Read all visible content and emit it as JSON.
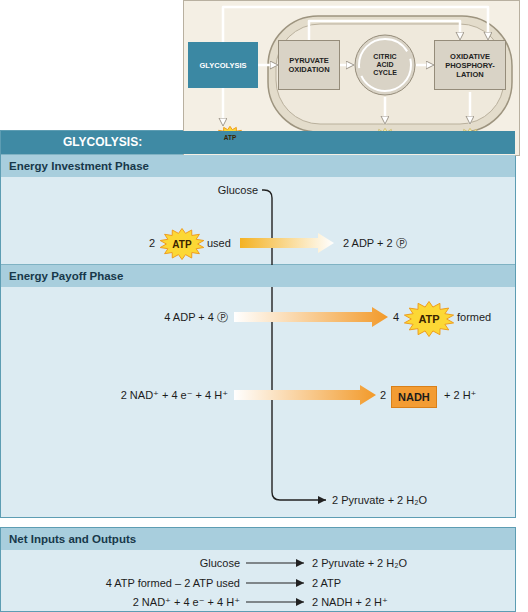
{
  "diagram": {
    "nodes": [
      {
        "text": [
          "GLYCOLYSIS"
        ]
      },
      {
        "text": [
          "PYRUVATE OXIDATION"
        ]
      },
      {
        "text": [
          "CITRIC ACID CYCLE"
        ]
      },
      {
        "text": [
          "OXIDATIVE PHOSPHORY- LATION"
        ]
      },
      {
        "text": [
          "ATP"
        ]
      },
      {
        "text": [
          "GLYCOLYSIS:"
        ]
      },
      {
        "text": [
          "Energy Investment Phase"
        ],
        "in": 5
      },
      {
        "text": [
          "ATP"
        ],
        "in": 6
      },
      {
        "text": [
          "Energy Payoff Phase"
        ],
        "in": 5
      },
      {
        "text": [
          "ATP"
        ],
        "in": 8
      },
      {
        "text": [
          "NADH"
        ],
        "in": 8
      },
      {
        "text": [
          "Net Inputs and Outputs"
        ]
      }
    ],
    "edges": [
      {
        "from": 0,
        "to": 1,
        "arrow": "to"
      },
      {
        "from": 1,
        "to": 2,
        "arrow": "to"
      },
      {
        "from": 2,
        "to": 3,
        "arrow": "to"
      },
      {
        "from": 0,
        "to": 3,
        "arrow": "to"
      },
      {
        "from": 1,
        "to": 3,
        "arrow": "to"
      },
      {
        "from": 0,
        "to": 4,
        "arrow": "to"
      }
    ],
    "labels": [
      "Glucose",
      "2",
      "used",
      "2 ADP + 2 Ⓟ",
      "4 ADP + 4 Ⓟ",
      "4",
      "formed",
      "2 NAD⁺ + 4 e⁻ + 4 H⁺",
      "2",
      "+ 2 H⁺",
      "2 Pyruvate + 2 H₂O",
      "Glucose",
      "2 Pyruvate + 2 H₂O",
      "4 ATP formed – 2 ATP used",
      "2 ATP",
      "2 NAD⁺ + 4 e⁻ + 4 H⁺",
      "2 NADH + 2 H⁺"
    ]
  }
}
